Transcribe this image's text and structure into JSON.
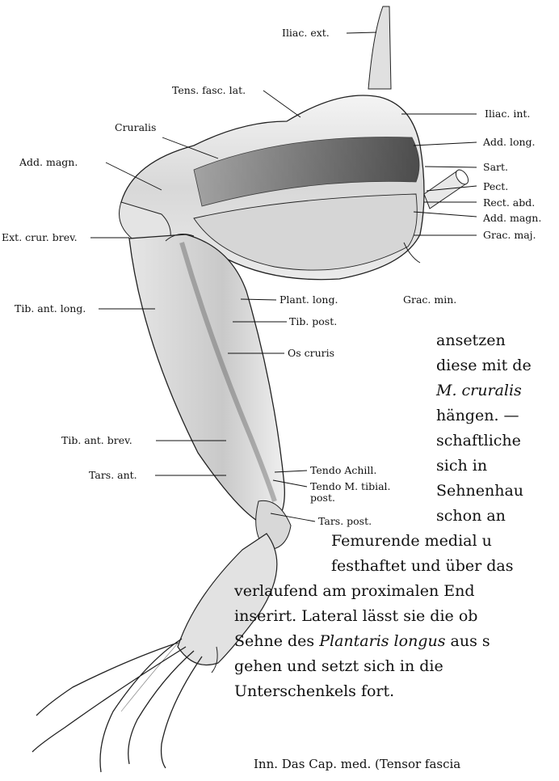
{
  "labels": {
    "iliac_ext": "Iliac. ext.",
    "tens_fasc_lat": "Tens. fasc. lat.",
    "cruralis": "Cruralis",
    "iliac_int": "Iliac. int.",
    "add_long": "Add. long.",
    "add_magn_left": "Add. magn.",
    "sart": "Sart.",
    "pect": "Pect.",
    "rect_abd": "Rect. abd.",
    "add_magn_right": "Add. magn.",
    "grac_maj": "Grac. maj.",
    "ext_crur_brev": "Ext. crur. brev.",
    "plant_long": "Plant. long.",
    "grac_min": "Grac. min.",
    "tib_ant_long": "Tib. ant. long.",
    "tib_post": "Tib. post.",
    "os_cruris": "Os cruris",
    "tib_ant_brev": "Tib. ant. brev.",
    "tendo_achill": "Tendo Achill.",
    "tendo_m_tibial": "Tendo M. tibial.",
    "tendo_post": "post.",
    "tars_ant": "Tars. ant.",
    "tars_post": "Tars. post."
  },
  "text": {
    "l1": "ansetzen",
    "l2": "diese mit de",
    "l3": "M. cruralis",
    "l4": "hängen. —",
    "l5": "schaftliche",
    "l6": "sich in",
    "l7": "Sehnenhau",
    "l8": "schon an",
    "l9": "Femurende medial u",
    "l10": "festhaftet und über das",
    "l11": "verlaufend am proximalen End",
    "l12": "inserirt. Lateral lässt sie die ob",
    "l13a": "Sehne des ",
    "l13b": "Plantaris longus",
    "l13c": " aus s",
    "l14": "gehen und setzt sich in die",
    "l15": "Unterschenkels fort.",
    "caption": "Inn. Das Cap. med. (Tensor fascia"
  },
  "colors": {
    "ink": "#111111",
    "muscle_light": "#ececec",
    "muscle_mid": "#cfcfcf",
    "muscle_dark": "#5a5a5a"
  }
}
